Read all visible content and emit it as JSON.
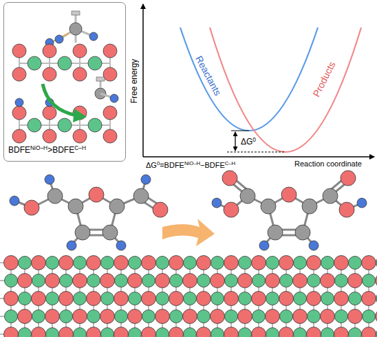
{
  "diagram": {
    "nodes": [
      {
        "text": [
          "BDFE",
          "NiO–H",
          ">BDFE",
          "C–H"
        ]
      }
    ],
    "labels": [
      "Free energy",
      "Reactants",
      "Products",
      "ΔG",
      "0",
      "ΔG",
      "0",
      "=BDFE",
      "NiO–H",
      "−BDFE",
      "C–H",
      "Reaction coordinate"
    ]
  }
}
